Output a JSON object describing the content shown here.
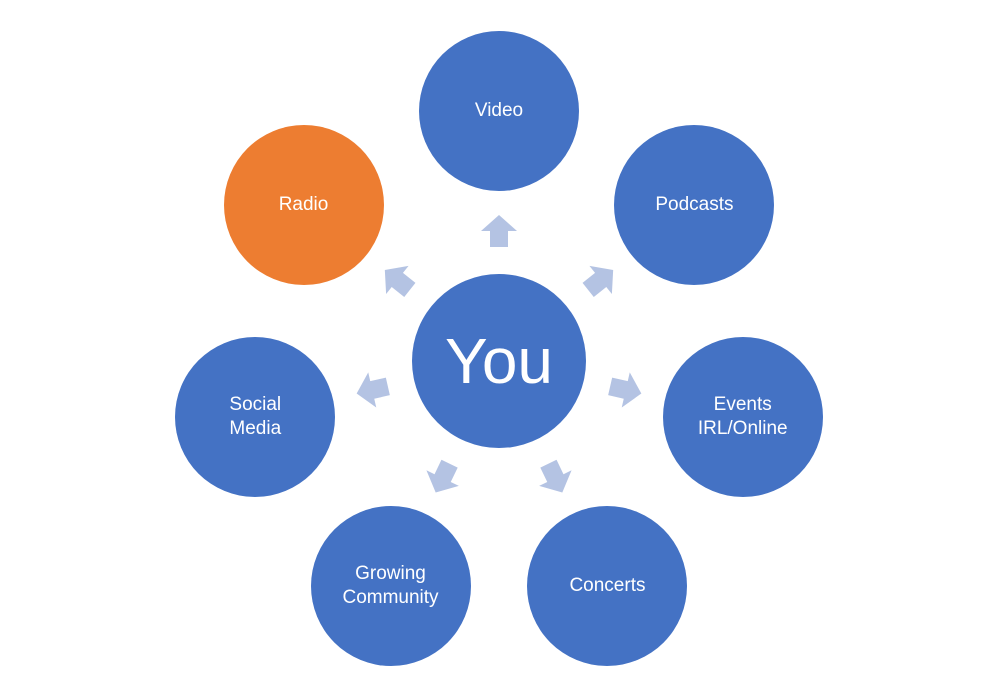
{
  "diagram": {
    "center": {
      "label": "You",
      "color": "#4472C4"
    },
    "nodes": [
      {
        "id": "video",
        "label": "Video",
        "color": "#4472C4"
      },
      {
        "id": "podcasts",
        "label": "Podcasts",
        "color": "#4472C4"
      },
      {
        "id": "events",
        "label": "Events\nIRL/Online",
        "color": "#4472C4"
      },
      {
        "id": "concerts",
        "label": "Concerts",
        "color": "#4472C4"
      },
      {
        "id": "growing-community",
        "label": "Growing\nCommunity",
        "color": "#4472C4"
      },
      {
        "id": "social-media",
        "label": "Social\nMedia",
        "color": "#4472C4"
      },
      {
        "id": "radio",
        "label": "Radio",
        "color": "#ED7D31"
      }
    ],
    "arrow_color": "#B4C3E3"
  }
}
